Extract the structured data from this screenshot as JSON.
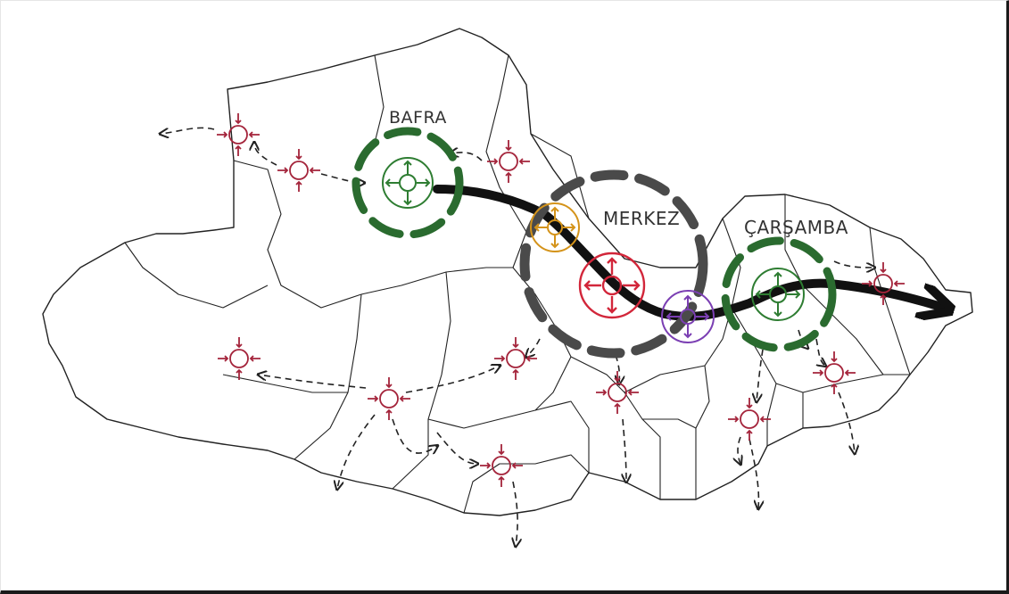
{
  "labels": {
    "bafra": "BAFRA",
    "merkez": "MERKEZ",
    "carsamba": "ÇARŞAMBA"
  },
  "colors": {
    "outline": "#222222",
    "primary_center": "#2e7d32",
    "primary_ring": "#2a6b2f",
    "merkez_ring": "#4a4a4a",
    "merkez_center": "#d2263a",
    "small_center": "#a4243b",
    "orange_center": "#d4931a",
    "purple_center": "#7b3fb3",
    "corridor": "#111111",
    "flow": "#222222"
  },
  "icons": {
    "center": "radial-arrows-circle-icon",
    "small_center": "converging-arrows-circle-icon",
    "flow": "dashed-arrow-icon"
  }
}
